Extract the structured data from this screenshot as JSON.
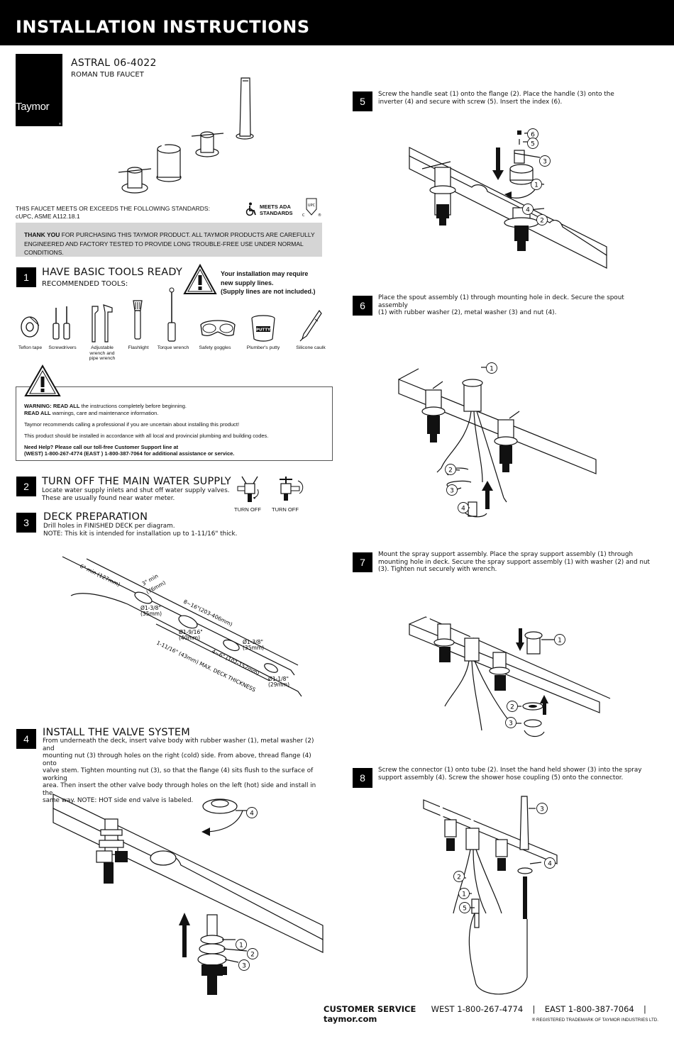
{
  "header": {
    "title": "INSTALLATION INSTRUCTIONS"
  },
  "brand": {
    "logo": "Taymor",
    "reg": "®"
  },
  "product": {
    "name": "ASTRAL 06-4022",
    "type": "ROMAN TUB FAUCET"
  },
  "standards": {
    "line1": "THIS FAUCET MEETS OR EXCEEDS THE FOLLOWING STANDARDS:",
    "line2": "cUPC, ASME A112.18.1",
    "ada_line1": "MEETS ADA",
    "ada_line2": "STANDARDS",
    "upc": "UPC"
  },
  "thanks": {
    "bold": "THANK YOU",
    "line1": " FOR PURCHASING THIS TAYMOR PRODUCT. ALL TAYMOR PRODUCTS ARE  CAREFULLY",
    "line2": "ENGINEERED AND FACTORY TESTED TO PROVIDE LONG TROUBLE-FREE USE UNDER NORMAL CONDITIONS."
  },
  "step1": {
    "num": "1",
    "title": "HAVE BASIC TOOLS READY",
    "subtitle": "RECOMMENDED TOOLS:",
    "note1": "Your installation may require",
    "note2": "new supply lines.",
    "note3": "(Supply lines are not included.)",
    "tools": [
      "Teflon tape",
      "Screwdrivers",
      "Adjustable wrench and pipe wrench",
      "Flashlight",
      "Torque wrench",
      "Safety goggles",
      "Plumber's putty",
      "Silicone caulk"
    ],
    "putty_label": "PUTTY"
  },
  "warning": {
    "l1_bold": "WARNING: READ ALL",
    "l1": " the instructions completely before beginning.",
    "l2_bold": "READ ALL",
    "l2": " warnings, care and maintenance information.",
    "l3": "Taymor recommends calling a professional if you are uncertain about installing this product!",
    "l4": "This product should be installed in accordance with all local and provincial plumbing and building codes.",
    "l5": "Need Help? Please call our toll-free Customer Support line at",
    "l6": "(WEST) 1-800-267-4774     (EAST ) 1-800-387-7064 for additional assistance or service."
  },
  "step2": {
    "num": "2",
    "title": "TURN OFF THE MAIN WATER SUPPLY",
    "text1": "Locate water supply inlets and shut off water supply valves.",
    "text2": "These are usually found near water meter.",
    "turn_off": "TURN OFF"
  },
  "step3": {
    "num": "3",
    "title": "DECK PREPARATION",
    "text1": "Drill holes in FINISHED DECK per diagram.",
    "text2": "NOTE: This kit is intended for installation up to 1-11/16\" thick.",
    "dims": {
      "d1": "6\" min (127mm)",
      "d2": "3\" min",
      "d3": "(76mm)",
      "d4": "8~16\"(203-406mm)",
      "d5": "4~6\" (102-152mm)",
      "d6": "1-11/16\" (43mm) MAX. DECK THICKNESS",
      "h1a": "Ø1-3/8\"",
      "h1b": "(35mm)",
      "h2a": "Ø1-9/16\"",
      "h2b": "(40mm)",
      "h3a": "Ø1-3/8\"",
      "h3b": "(35mm)",
      "h4a": "Ø1-1/8\"",
      "h4b": "(29mm)"
    }
  },
  "step4": {
    "num": "4",
    "title": "INSTALL THE VALVE SYSTEM",
    "lines": [
      "From underneath the deck, insert valve body with rubber washer (1), metal washer (2) and",
      "mounting nut (3) through holes on the right (cold) side. From above, thread flange (4) onto",
      "valve stem. Tighten mounting nut (3), so that the flange (4) sits flush to the surface of working",
      "area. Then insert the other valve body through holes on the left (hot) side and install in the",
      "same way. NOTE: HOT side end valve is labeled."
    ]
  },
  "step5": {
    "num": "5",
    "lines": [
      "Screw the handle seat (1) onto the flange (2). Place the handle (3) onto the",
      "inverter (4) and secure with screw (5). Insert the index (6)."
    ]
  },
  "step6": {
    "num": "6",
    "lines": [
      "Place the spout assembly (1) through mounting hole in deck. Secure the spout assembly",
      "(1) with rubber washer (2), metal washer (3) and nut (4)."
    ]
  },
  "step7": {
    "num": "7",
    "lines": [
      "Mount the spray support assembly. Place the spray support assembly (1) through",
      "mounting hole in deck. Secure the spray support assembly (1) with washer (2) and nut",
      "(3). Tighten nut securely with wrench."
    ]
  },
  "step8": {
    "num": "8",
    "lines": [
      "Screw the connector (1) onto tube (2). Inset the hand held shower (3) into the spray",
      "support assembly (4). Screw the shower hose coupling (5) onto the connector."
    ]
  },
  "callouts": [
    "1",
    "2",
    "3",
    "4",
    "5",
    "6"
  ],
  "footer": {
    "label": "CUSTOMER SERVICE",
    "west": "WEST 1-800-267-4774",
    "sep": "|",
    "east": "EAST 1-800-387-7064",
    "site": "taymor.com",
    "reg": "® REGISTERED TRADEMARK OF TAYMOR INDUSTRIES LTD."
  }
}
